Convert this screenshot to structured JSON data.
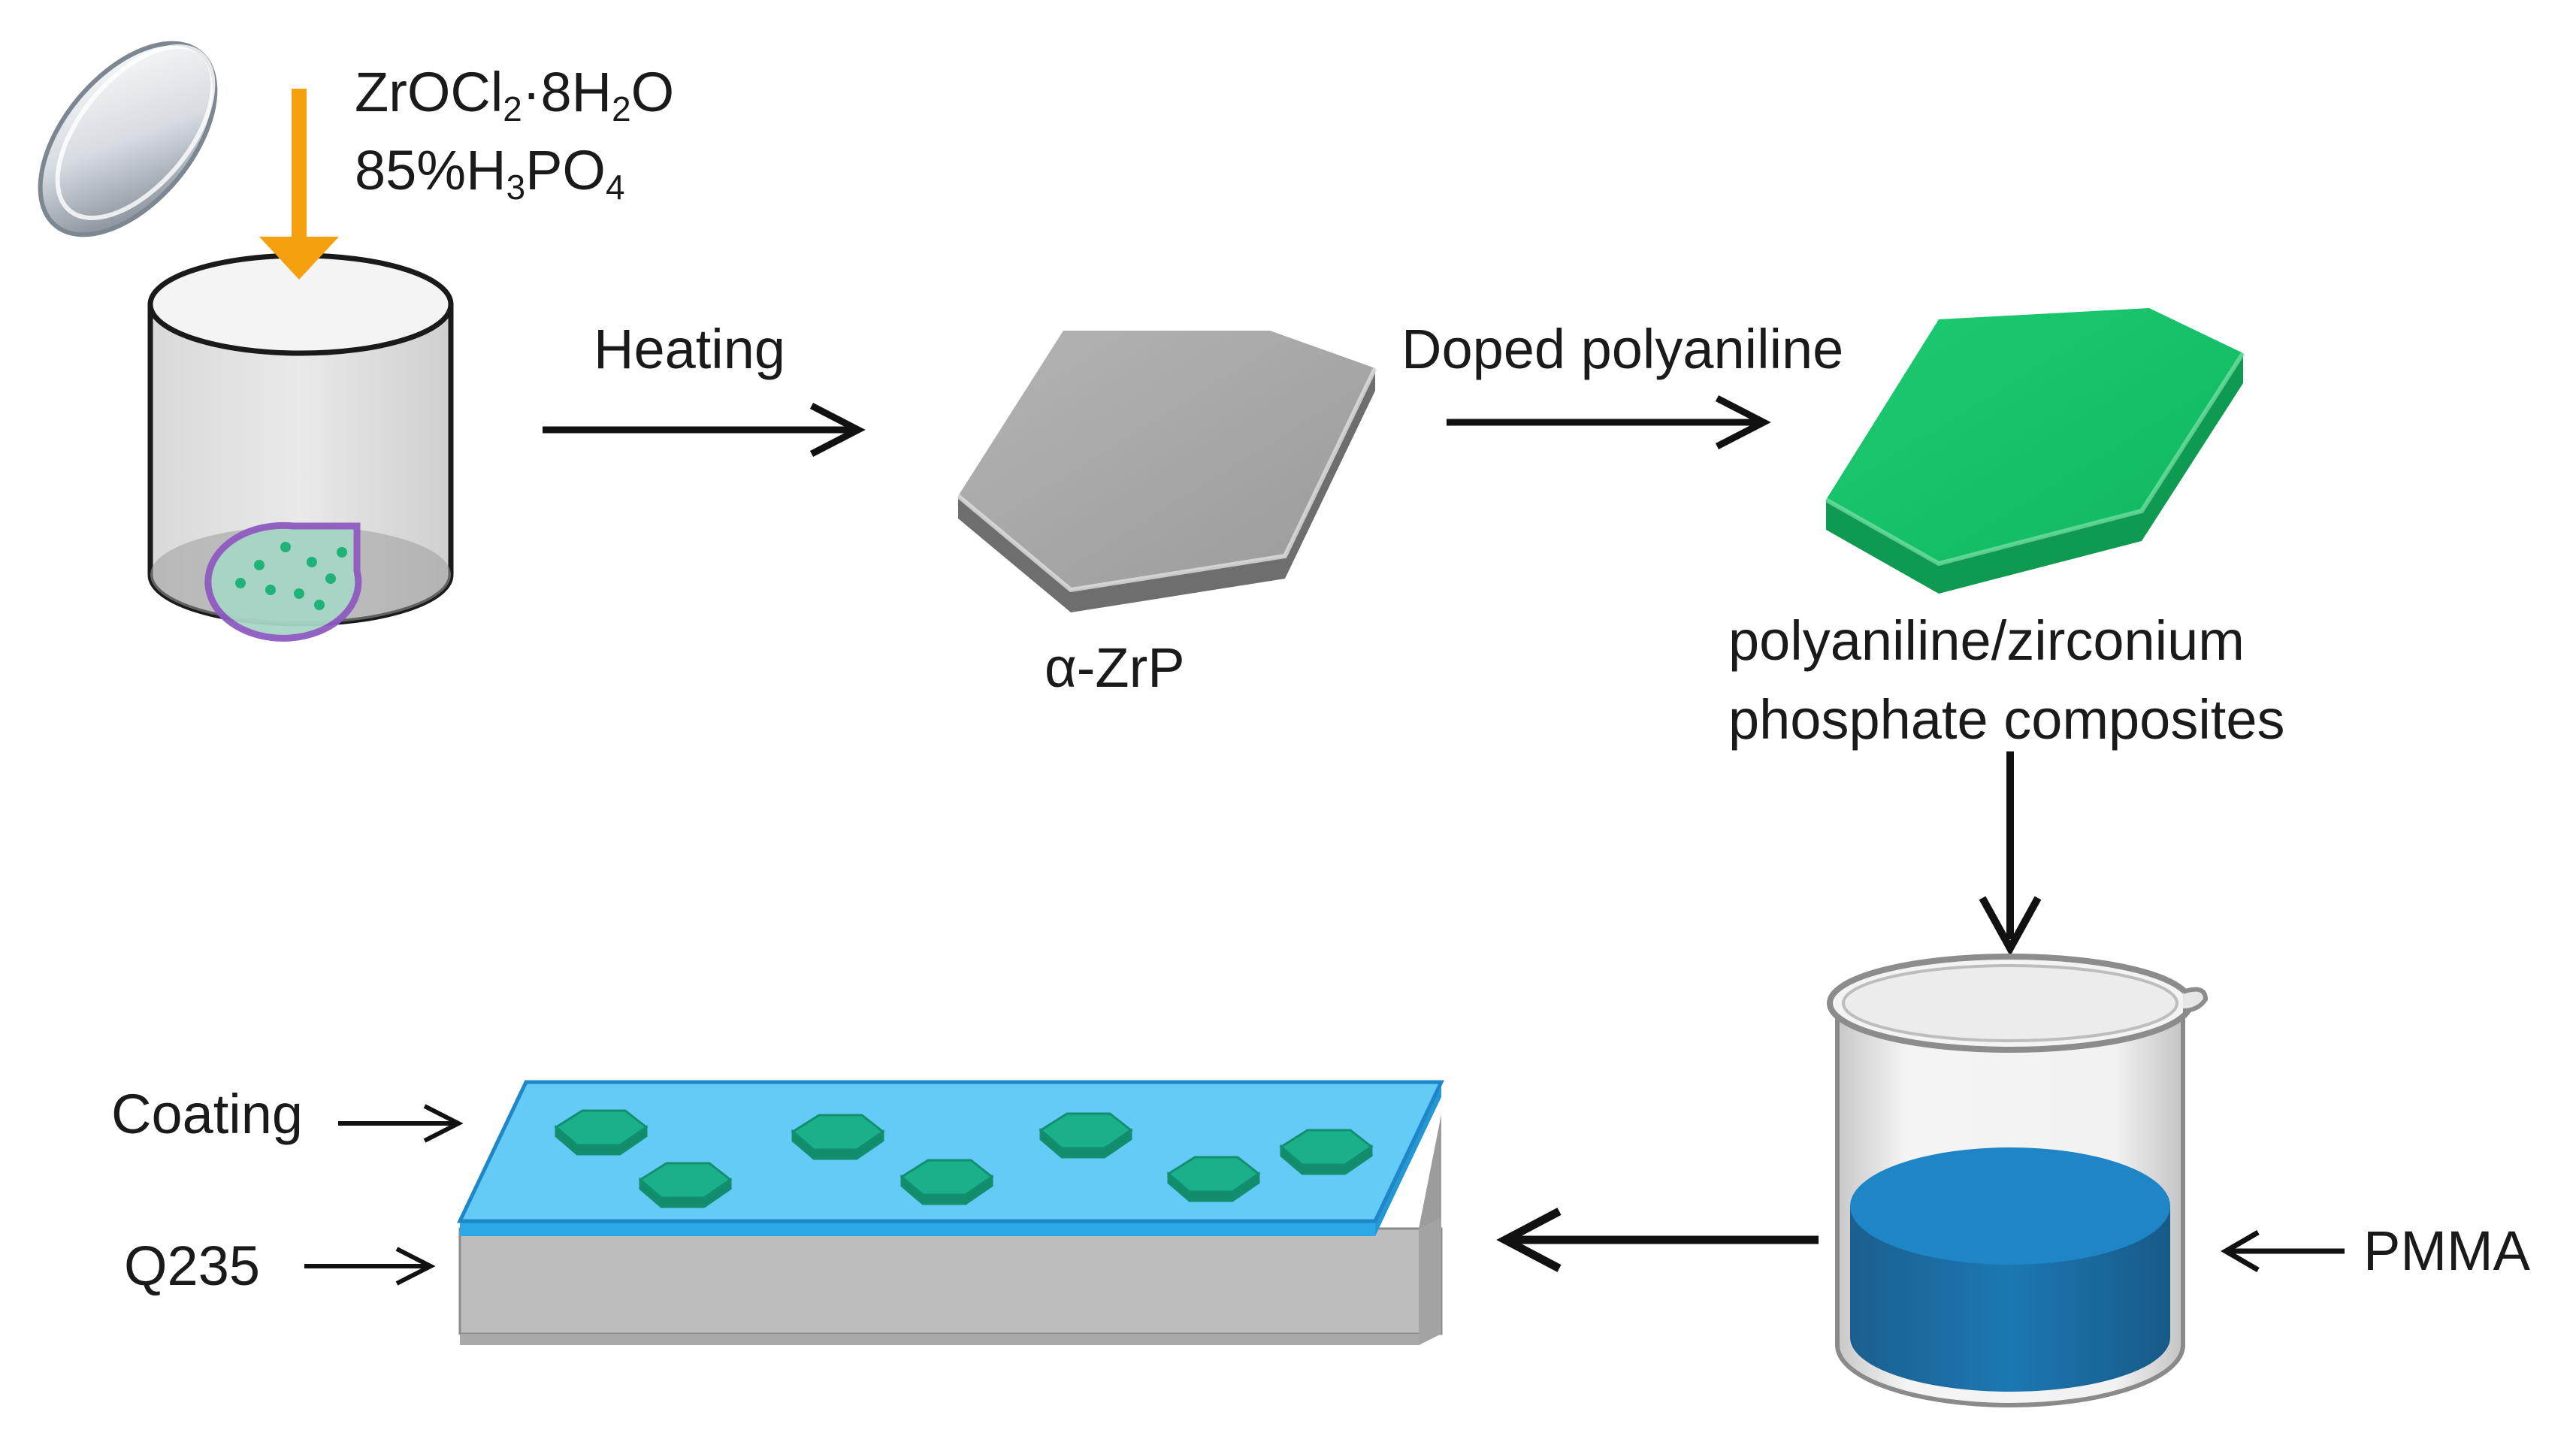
{
  "reagents": {
    "line1": {
      "a": "ZrOCl",
      "a_sub": "2",
      "b": "·8H",
      "b_sub": "2",
      "c": "O"
    },
    "line2": {
      "a": "85%H",
      "a_sub": "3",
      "b": "PO",
      "b_sub": "4"
    }
  },
  "steps": {
    "heating": "Heating",
    "doped": "Doped polyaniline"
  },
  "products": {
    "zrp": "α-ZrP",
    "composite_line1": "polyaniline/zirconium",
    "composite_line2": "phosphate composites"
  },
  "labels": {
    "coating": "Coating",
    "substrate": "Q235",
    "matrix": "PMMA"
  },
  "colors": {
    "feed_arrow": "#F5A00F",
    "zrp": "#A3A3A3",
    "composite": "#15C46A",
    "embedded_platelet": "#19B08A",
    "coating_layer": "#49C2F5",
    "beaker_liquid": "#1A72AA",
    "droplet_outline": "#8E5BC0",
    "particles": "#1FB37A",
    "steel": "#BDBDBD"
  },
  "icons": [
    "lid-icon",
    "reactor-icon",
    "hexagon-platelet-icon",
    "beaker-icon",
    "steel-plate-icon"
  ]
}
